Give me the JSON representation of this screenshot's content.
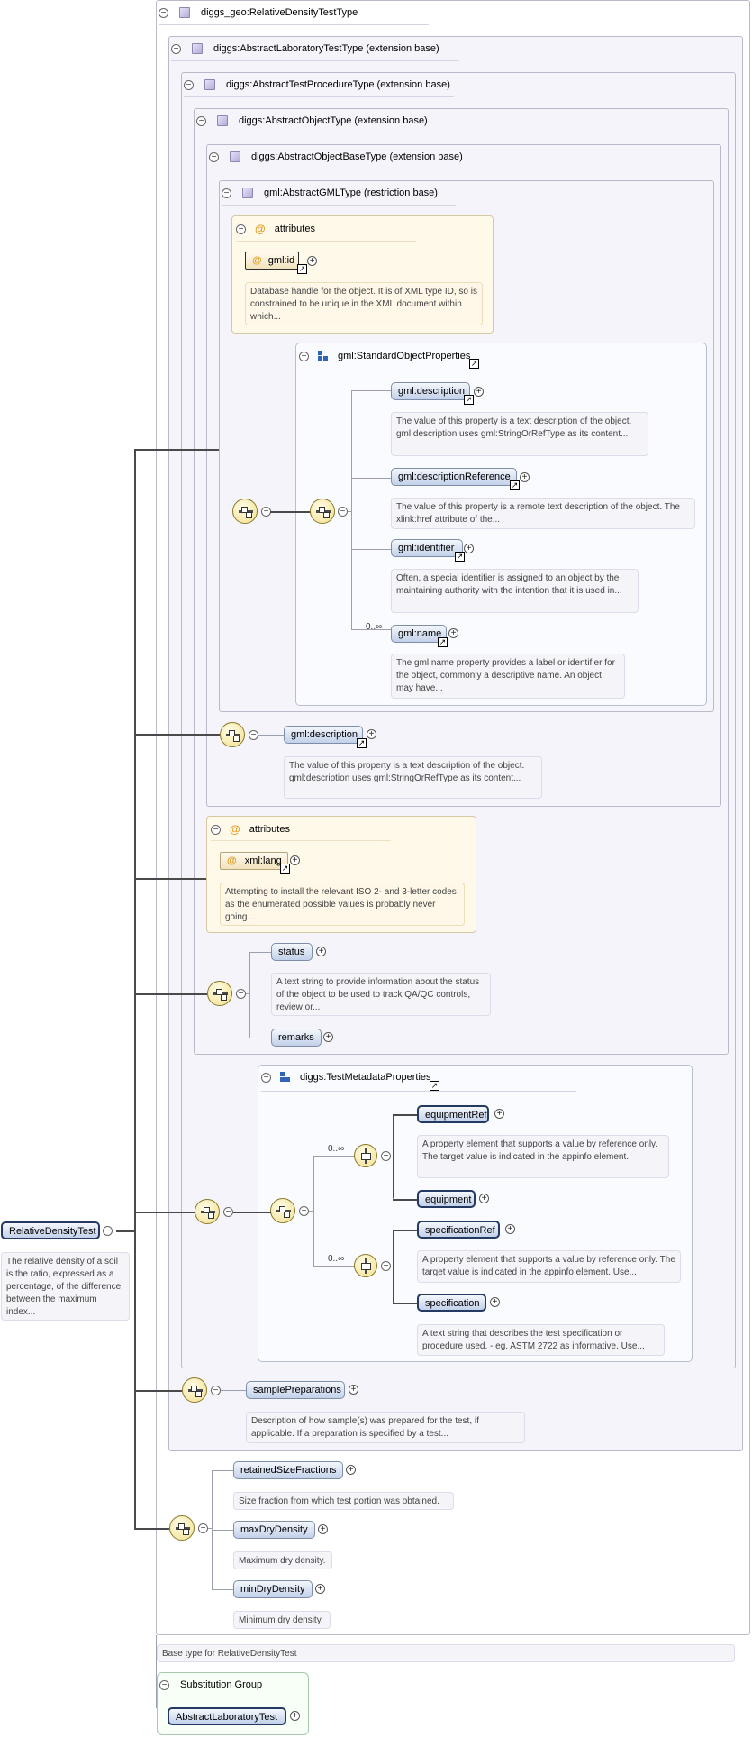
{
  "types": {
    "outer": "diggs_geo:RelativeDensityTestType",
    "lab": "diggs:AbstractLaboratoryTestType (extension base)",
    "proc": "diggs:AbstractTestProcedureType (extension base)",
    "obj": "diggs:AbstractObjectType (extension base)",
    "objbase": "diggs:AbstractObjectBaseType (extension base)",
    "gml": "gml:AbstractGMLType (restriction base)"
  },
  "attrs1": {
    "title": "attributes",
    "id_label": "gml:id",
    "id_note": "Database handle for the object. It is of XML type ID, so is constrained to be unique in the XML document within which..."
  },
  "stdprops": {
    "title": "gml:StandardObjectProperties",
    "items": [
      {
        "label": "gml:description",
        "note": "The value of this property is a text description of the object. gml:description uses gml:StringOrRefType as its content..."
      },
      {
        "label": "gml:descriptionReference",
        "note": "The value of this property is a remote text description of the object. The xlink:href attribute of the..."
      },
      {
        "label": "gml:identifier",
        "note": "Often, a special identifier is assigned to an object by the maintaining authority with the intention that it is used in..."
      },
      {
        "label": "gml:name",
        "note": "The gml:name property provides a label or identifier for the object, commonly a descriptive name. An object may have..."
      }
    ],
    "name_occurs": "0..∞"
  },
  "objbase_desc": {
    "label": "gml:description",
    "note": "The value of this property is a text description of the object. gml:description uses gml:StringOrRefType as its content..."
  },
  "attrs2": {
    "title": "attributes",
    "lang_label": "xml:lang",
    "lang_note": "Attempting to install the relevant ISO 2- and 3-letter codes as the enumerated possible values is probably never going..."
  },
  "obj_seq": {
    "status_label": "status",
    "status_note": "A text string to provide information about the status of the object to be used to track QA/QC controls, review or...",
    "remarks_label": "remarks"
  },
  "metadata": {
    "title": "diggs:TestMetadataProperties",
    "occurs1": "0..∞",
    "occurs2": "0..∞",
    "equipmentRef": "equipmentRef",
    "equipmentRef_note": "A property element that supports a value by reference only. The target value is indicated in the appinfo element.",
    "equipment": "equipment",
    "specificationRef": "specificationRef",
    "specificationRef_note": "A property element that supports a value by reference only. The target value is indicated in the appinfo element. Use...",
    "specification": "specification",
    "specification_note": "A text string that describes the test specification or procedure used. - eg. ASTM 2722 as informative. Use..."
  },
  "lab_seq": {
    "label": "samplePreparations",
    "note": "Description of how sample(s) was prepared for the test, if applicable. If a preparation is specified by a test..."
  },
  "main_seq": {
    "retained": "retainedSizeFractions",
    "retained_note": "Size fraction from which test portion was obtained.",
    "max": "maxDryDensity",
    "max_note": "Maximum dry density.",
    "min": "minDryDensity",
    "min_note": "Minimum dry density."
  },
  "root": {
    "label": "RelativeDensityTest",
    "note": "The relative density of a soil is the ratio, expressed as a percentage, of the difference between the maximum index..."
  },
  "base_type_note": "Base type for RelativeDensityTest",
  "subst": {
    "title": "Substitution Group",
    "label": "AbstractLaboratoryTest"
  },
  "glyphs": {
    "collapse": "−",
    "expand": "+",
    "ref": "↗",
    "at": "@"
  }
}
